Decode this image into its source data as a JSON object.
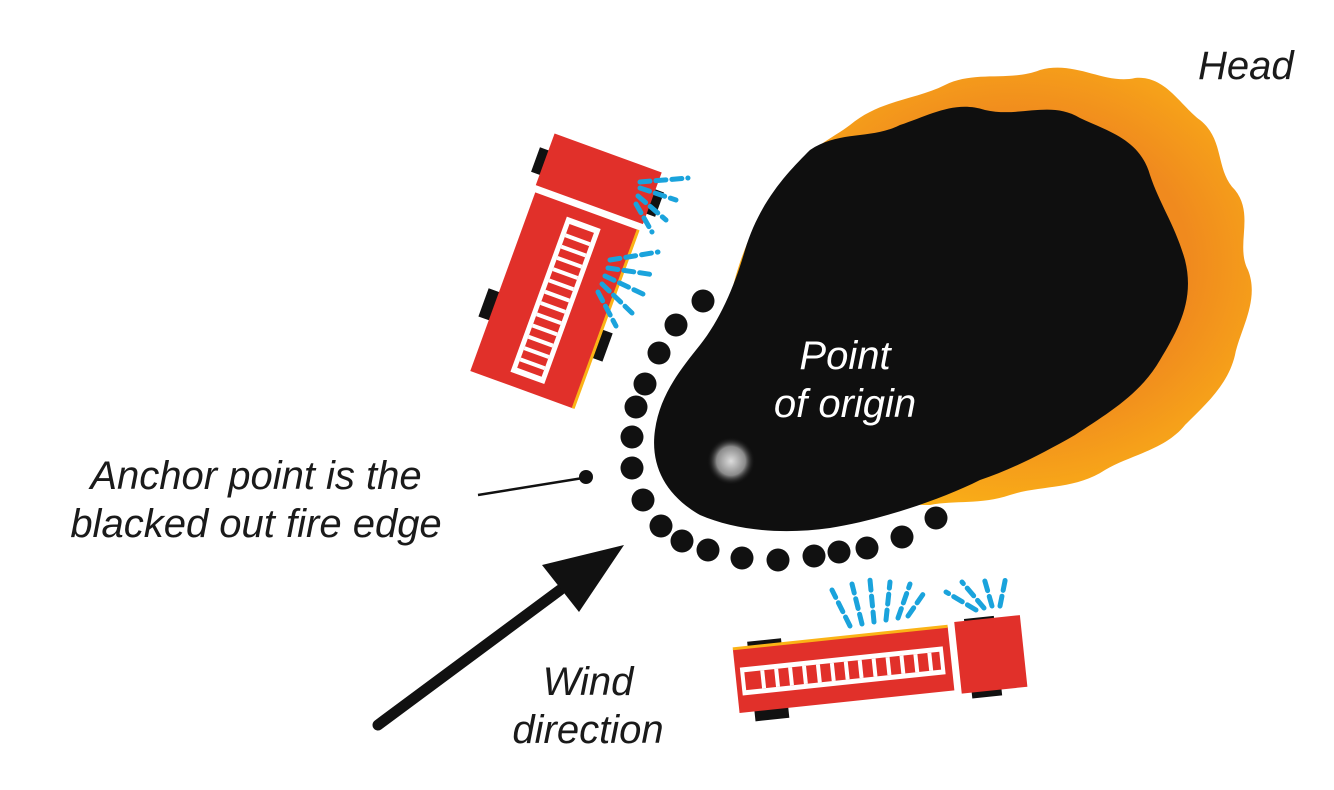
{
  "labels": {
    "head": "Head",
    "origin_line1": "Point",
    "origin_line2": "of origin",
    "anchor_line1": "Anchor point is the",
    "anchor_line2": "blacked out fire edge",
    "wind_line1": "Wind",
    "wind_line2": "direction"
  },
  "colors": {
    "fire_outer": "#fbb316",
    "fire_inner": "#f08a1e",
    "burned_area": "#0f0f0f",
    "truck_body": "#e1302a",
    "truck_tire": "#111111",
    "water_spray": "#1aa3dc",
    "anchor_dots": "#111111",
    "wind_arrow": "#111111"
  },
  "icons": {
    "truck_upper": "fire-truck-icon",
    "truck_lower": "fire-truck-icon",
    "spray": "water-spray-icon",
    "arrow": "wind-arrow-icon"
  }
}
